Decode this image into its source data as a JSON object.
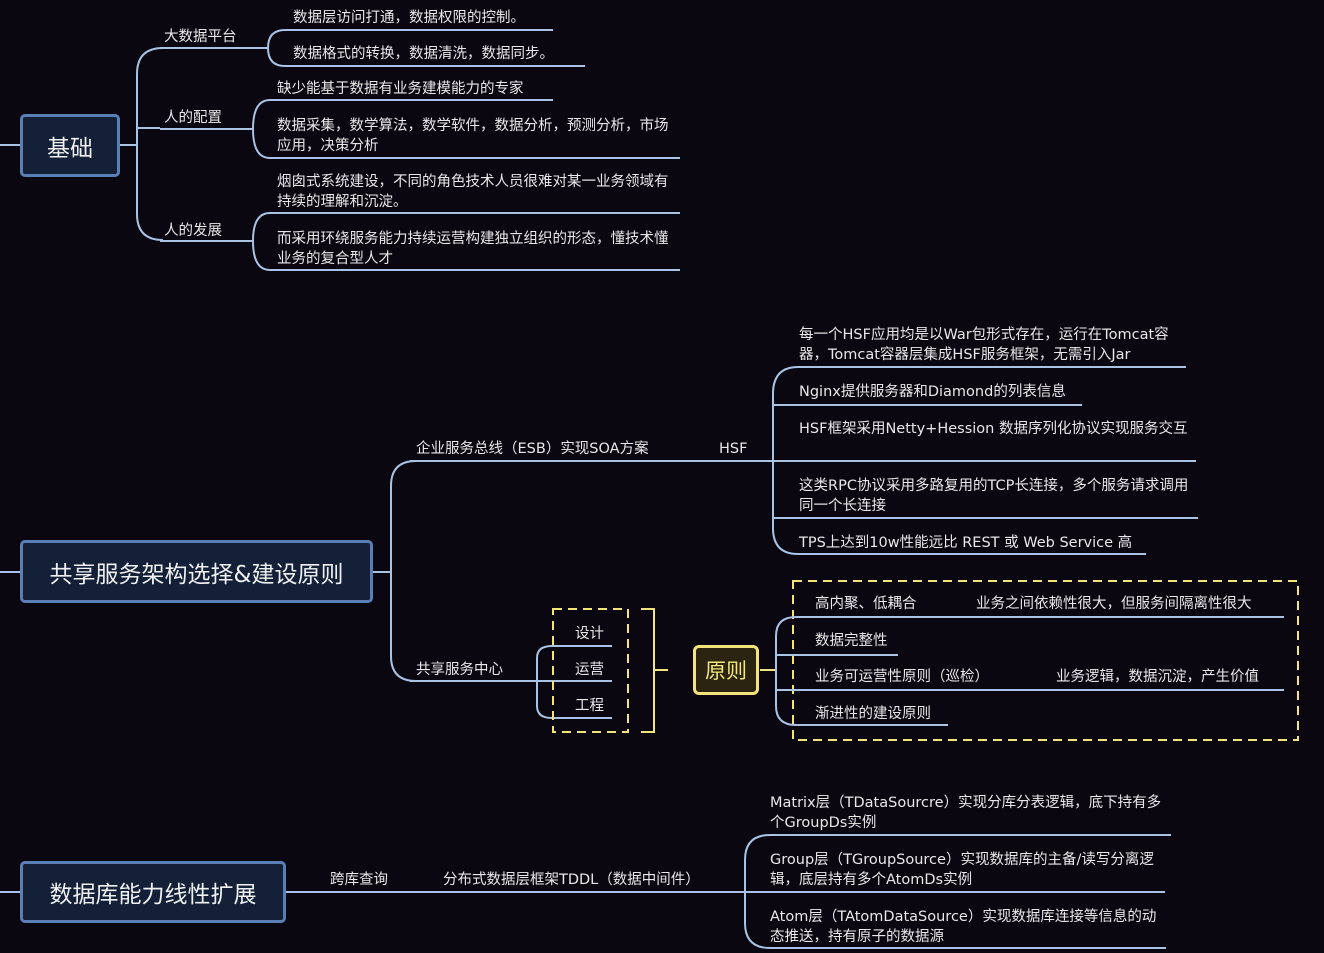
{
  "colors": {
    "background": "#0a0711",
    "line": "#a9c3e4",
    "root_fill": "#132038",
    "root_border": "#5a7fb7",
    "highlight": "#f2e37a"
  },
  "foundation": {
    "title": "基础",
    "big_data": {
      "label": "大数据平台",
      "items": [
        "数据层访问打通，数据权限的控制。",
        "数据格式的转换，数据清洗，数据同步。"
      ]
    },
    "staffing": {
      "label": "人的配置",
      "items": [
        "缺少能基于数据有业务建模能力的专家",
        "数据采集，数学算法，数学软件，数据分析，预测分析，市场应用，决策分析"
      ]
    },
    "growth": {
      "label": "人的发展",
      "items": [
        "烟囱式系统建设，不同的角色技术人员很难对某一业务领域有持续的理解和沉淀。",
        "而采用环绕服务能力持续运营构建独立组织的形态，懂技术懂业务的复合型人才"
      ]
    }
  },
  "shared": {
    "title": "共享服务架构选择&建设原则",
    "esb": {
      "label": "企业服务总线（ESB）实现SOA方案",
      "hsf_label": "HSF",
      "items": [
        "每一个HSF应用均是以War包形式存在，运行在Tomcat容器，Tomcat容器层集成HSF服务框架，无需引入Jar",
        "Nginx提供服务器和Diamond的列表信息",
        "HSF框架采用Netty+Hession 数据序列化协议实现服务交互",
        "这类RPC协议采用多路复用的TCP长连接，多个服务请求调用同一个长连接",
        "TPS上达到10w性能远比 REST 或 Web Service 高"
      ]
    },
    "center": {
      "label": "共享服务中心",
      "sub": [
        "设计",
        "运营",
        "工程"
      ],
      "principle_title": "原则",
      "principles": [
        {
          "name": "高内聚、低耦合",
          "detail": "业务之间依赖性很大，但服务间隔离性很大"
        },
        {
          "name": "数据完整性",
          "detail": ""
        },
        {
          "name": "业务可运营性原则（巡检）",
          "detail": "业务逻辑，数据沉淀，产生价值"
        },
        {
          "name": "渐进性的建设原则",
          "detail": ""
        }
      ]
    }
  },
  "database": {
    "title": "数据库能力线性扩展",
    "query_label": "跨库查询",
    "tddl_label": "分布式数据层框架TDDL（数据中间件）",
    "items": [
      "Matrix层（TDataSourcre）实现分库分表逻辑，底下持有多个GroupDs实例",
      "Group层（TGroupSource）实现数据库的主备/读写分离逻辑，底层持有多个AtomDs实例",
      "Atom层（TAtomDataSource）实现数据库连接等信息的动态推送，持有原子的数据源"
    ]
  }
}
